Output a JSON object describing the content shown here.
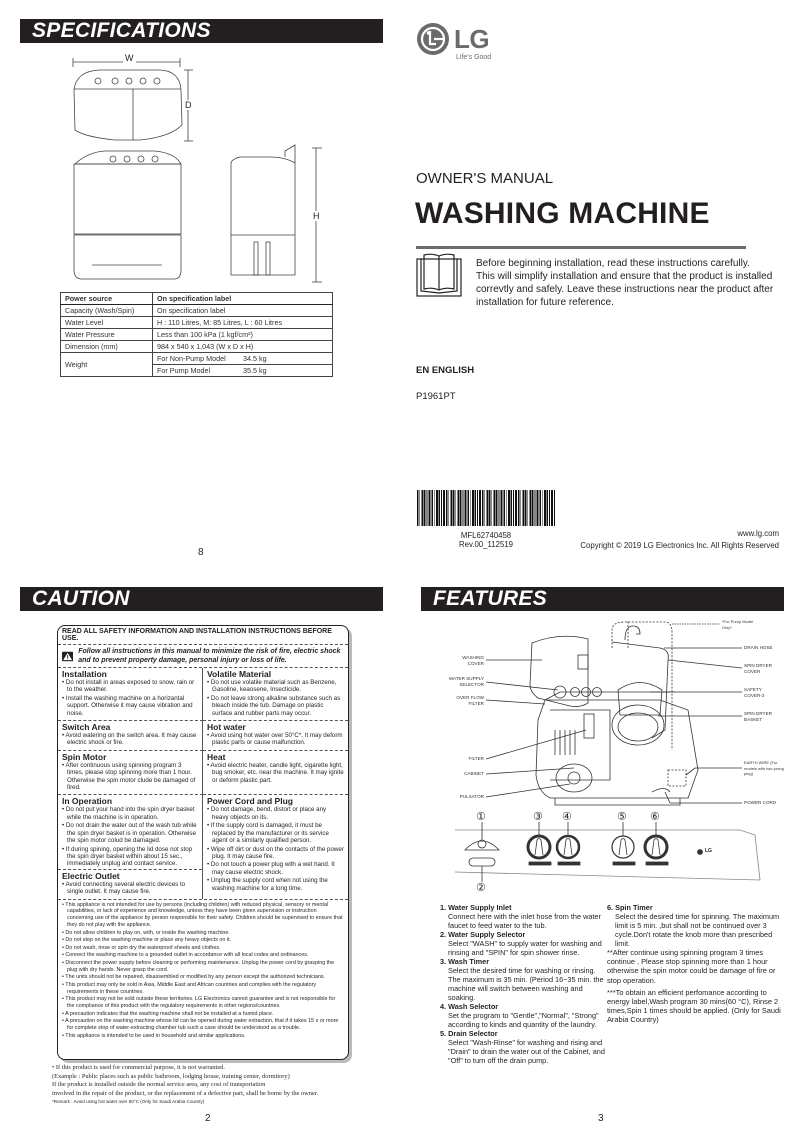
{
  "pages": {
    "specifications": {
      "header": "SPECIFICATIONS",
      "dimension_labels": {
        "width": "W",
        "depth": "D",
        "height": "H"
      },
      "table": {
        "rows": [
          [
            "Power source",
            "On specification label"
          ],
          [
            "Capacity (Wash/Spin)",
            "On specification label"
          ],
          [
            "Water Level",
            "H : 110 Litres, M: 85  Litres, L : 60  Litres"
          ],
          [
            "Water Pressure",
            "Less than 100 kPa (1 kgf/cm²)"
          ],
          [
            "Dimension  (mm)",
            "984 x 540 x 1,043 (W x D x H)"
          ]
        ],
        "weight_label": "Weight",
        "weight_rows": [
          [
            "For Non-Pump Model",
            "34.5  kg"
          ],
          [
            "For Pump Model",
            "35.5  kg"
          ]
        ]
      },
      "page_number": "8"
    },
    "cover": {
      "brand": "LG",
      "tagline": "Life's Good",
      "manual_label": "OWNER'S MANUAL",
      "title": "WASHING MACHINE",
      "intro_lines": [
        "Before beginning installation, read these instructions carefully.",
        "This will simplify installation and ensure that the product is installed",
        "correvtly and safely. Leave these instructions near the product after",
        "installation for future reference."
      ],
      "language": "EN  ENGLISH",
      "model": "P1961PT",
      "barcode_code": "MFL62740458",
      "revision": "Rev.00_112519",
      "website": "www.lg.com",
      "copyright": "Copyright © 2019 LG Electronics Inc. All Rights Reserved"
    },
    "caution": {
      "header": "CAUTION",
      "box_heading": "READ ALL SAFETY INFORMATION AND INSTALLATION INSTRUCTIONS BEFORE USE.",
      "warning_text": "Follow all instructions in this manual to minimize the risk of fire, electric shock and to prevent property damage, personal injury or loss of life.",
      "sections": [
        {
          "left": {
            "title": "Installation",
            "items": [
              "Do not install in areas exposed to snow, rain or to the weather.",
              "Install the washing machine on a horizantal support. Otherwise it may cause vibration and noise."
            ]
          },
          "right": {
            "title": "Volatile Material",
            "items": [
              "Do not use volatile material such as Benzene, Gasoline, keaosene, Insecticide.",
              "Do not leave strong alkaline substance such as bleach inside the tub. Damage on plastic surface and rubber parts may occur."
            ]
          }
        },
        {
          "left": {
            "title": "Switch Area",
            "items": [
              "Avoid watering on the switch area. It may cause electric shock or fire."
            ]
          },
          "right": {
            "title": "Hot water",
            "items": [
              "Avoid using hot water over 50°C*. It may deform plastic parts or cause malfunction."
            ]
          }
        },
        {
          "left": {
            "title": "Spin Motor",
            "items": [
              "After continuous using spinning program 3 times, please stop spinning more than 1 hour. Otherwise the spin motor clude be damaged of fired."
            ]
          },
          "right": {
            "title": "Heat",
            "items": [
              "Avoid electric heater, candle light, cigarette light, bug smoker, etc. near the machine. It may ignite or deform plastic part."
            ]
          }
        },
        {
          "left": {
            "title": "In Operation",
            "items": [
              "Do not put your hand into the spin dryer basket while the machine is in operation.",
              "Do not drain the water out of the wash tub while the spin dryer basket is in operation. Otherwise the spin motor colud be damaged.",
              "If during spining, opening the lid dose not stop the spin dryer basket within about 15 sec., immediately unplug and contact service."
            ]
          },
          "right": {
            "title": "Power Cord and Plug",
            "items": [
              "Do not damage, bend, distort or place any heavy objects on its.",
              "If the supply cord is damaged, it must be replaced by the manufacturer or its service agent or a similarly qualified person.",
              "Wipe off dirt or dust on the contacts of the power plug. It may cause fire.",
              "Do not touch a power plug with a wet hand. It may cause electric shock.",
              "Unplug the supply cord when not using the washing machine for a long time."
            ]
          }
        },
        {
          "left": {
            "title": "Electric Outlet",
            "items": [
              "Avoid connecting several electric devices to single outlet. It may cause fire."
            ]
          },
          "right": null
        }
      ],
      "general_items": [
        "This appliance is not intended for use by persons (including children) with reduced physical, sensory or mental capabilities, or lack of experience and knowledge, unless they have been given supervision or instruction concerning use of the appliance by person responsible for their safety. Children should be supervised to ensure that they do not play with the appliance.",
        "Do not allow children to play on, with, or inside the washing machine.",
        "Do not step on the washing machine or place any heavy objects on it.",
        "Do not wash, rinse or spin dry the waterproof sheets and clothes.",
        "Connect the washing machine to a grounded outlet in accordance with all local codes and ordinances.",
        "Disconnect the power supply before cleaning or performing maintenance. Unplug the power cord by grasping the plug with dry hands. Never grasp the cord.",
        "The units should not be repaired, disassembled or modified by any person except the authorized technicians.",
        "This product may only be sold in Asia, Middle East and African countries and complies with the regulatory requirements in these countries.",
        "This product may not be sold outside these territories. LG Electronics cannot guarantee and is not responsible for the compliance of this product with the regulatory requirements in other regions/countries.",
        "A precaution indicates that the washing machine shall not be installed at a humid place.",
        "A precaution on the washing machine whose lid can be opened during water extraction, that if it takes 15 s or more for complete stop of water-extracting chamber tub such a case should be understood as a trouble.",
        "This appliance is intended to be used in household and similar applications."
      ],
      "footer_lines": [
        "• If this product is used for commercial purpose, it is not warranted.",
        "(Example : Public places such as public bathroom, lodging house, training center, dormitory)",
        "If the product is installed outside the normal service area, any cost of transportation",
        "involved in the repair of the product, or the replacement of a defective part, shall be borne by the owner."
      ],
      "remark": "*Remark : Avoid using hot water over 60°C  (Only for Saudi Arabia Country)",
      "page_number": "2"
    },
    "features": {
      "header": "FEATURES",
      "diagram_labels_left": [
        "WASHING COVER",
        "WATER SUPPLY SELECTOR",
        "OVER FLOW FILTER",
        "FILTER",
        "CABINET",
        "PULSATOR"
      ],
      "diagram_labels_right": [
        "DRAIN HOSE",
        "SPIN DRYER COVER",
        "SAFETY COVER-2",
        "SPIN DRYER BASKET",
        "EARTH WIRE (For models with two prong plug)",
        "POWER CORD"
      ],
      "pump_note": "*For Pump Model Only*",
      "panel_numbers": [
        "①",
        "②",
        "③",
        "④",
        "⑤",
        "⑥"
      ],
      "panel_brand": "LG",
      "items_left": [
        {
          "title": "1. Water Supply Inlet",
          "text": "Connect here with the inlet hose from the water faucet to feed water to the tub."
        },
        {
          "title": "2. Water Supply Selector",
          "text": "Select \"WASH\" to supply water for washing and rinsing and \"SPIN\" for spin shower rinse."
        },
        {
          "title": "3. Wash Timer",
          "text": "Select the desired time for washing or rinsing. The maximum is 35 min. (Period 16~35 min. the machine will switch between washing and soaking."
        },
        {
          "title": "4. Wash Selector",
          "text": "Set the program to \"Gentle\",\"Normal\", \"Strong\" according to kinds and quantity of the laundry."
        },
        {
          "title": "5. Drain Selector",
          "text": "Select \"Wash-Rinse\" for washing and rising and \"Drain\" to drain the water out of the Cabinet, and \"Off\" to turn off the drain pump."
        }
      ],
      "items_right": [
        {
          "title": "6. Spin Timer",
          "text": "Select the desired time for spinning. The maximum limit is 5  min. ,but shall not be continued over 3 cycle.Don't rotate the knob more than prescribed limit."
        }
      ],
      "note_double": "**After continue using spinning program 3 times continue , Please stop spinning more than 1 hour otherwise the spin motor could be damage of fire or stop operation.",
      "note_triple": "***To obtain an efficient perfomance according to energy label,Wash program 30 mins(60 °C), Rinse 2 times,Spin 1 times should be applied. (Only for Saudi Arabia Country)",
      "page_number": "3"
    }
  }
}
